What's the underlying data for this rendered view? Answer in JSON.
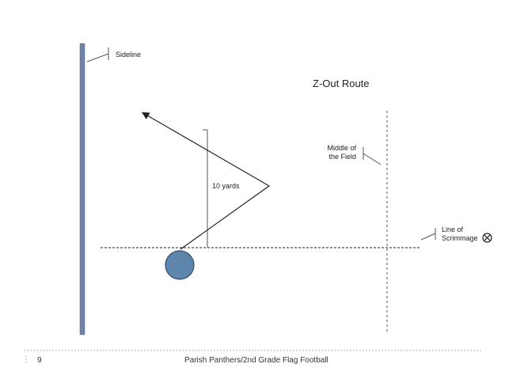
{
  "slide": {
    "title": "Z-Out Route",
    "labels": {
      "sideline": "Sideline",
      "middle_line1": "Middle of",
      "middle_line2": "the Field",
      "yards": "10 yards",
      "los_line1": "Line of",
      "los_line2": "Scrimmage"
    },
    "footer": {
      "page_number": "9",
      "text": "Parish Panthers/2nd Grade Flag Football"
    },
    "icons": {
      "line_of_scrimmage": "circle-x-icon"
    },
    "colors": {
      "sideline_bar": "#6f84a6",
      "player": "#5e86ad",
      "player_border": "#2f4c6b",
      "lines": "#222222",
      "footer_rule": "#9fbfc9"
    }
  }
}
